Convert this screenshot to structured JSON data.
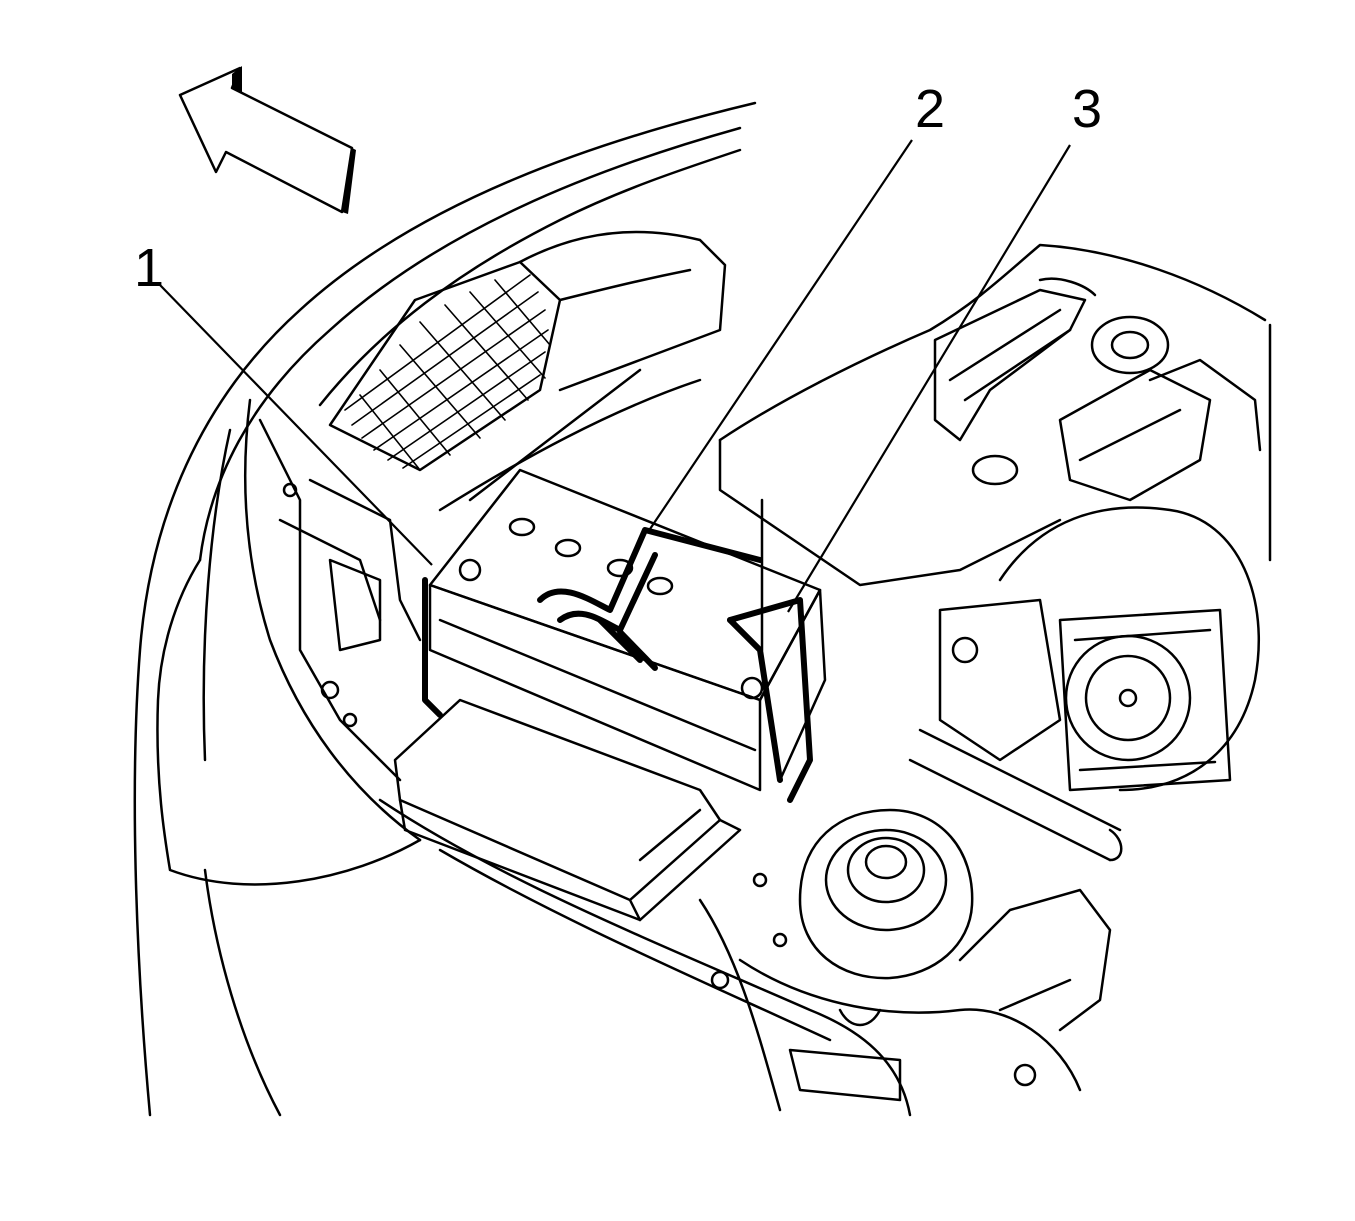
{
  "callouts": [
    {
      "label": "1",
      "part": "battery-tray"
    },
    {
      "label": "2",
      "part": "battery-hold-down-strap"
    },
    {
      "label": "3",
      "part": "battery-hold-down-bolt"
    }
  ],
  "direction_arrow": {
    "icon": "forward-direction-arrow-icon"
  },
  "colors": {
    "line": "#000000",
    "background": "#ffffff"
  }
}
